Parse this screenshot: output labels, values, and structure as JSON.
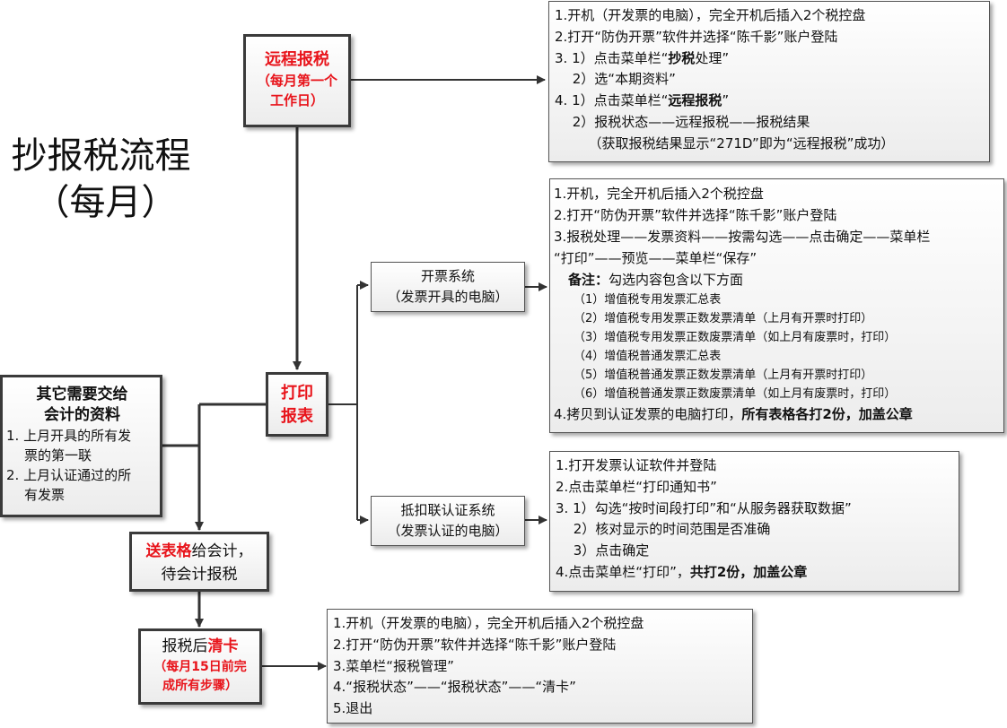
{
  "title": {
    "line1": "抄报税流程",
    "line2": "（每月）"
  },
  "nodes": {
    "remote": {
      "label": "远程报税",
      "sub1": "（每月第一个",
      "sub2": "工作日）"
    },
    "print": {
      "line1": "打印",
      "line2": "报表"
    },
    "other": {
      "title1": "其它需要交给",
      "title2": "会计的资料",
      "item1a": "1. 上月开具的所有发",
      "item1b": "票的第一联",
      "item2a": "2. 上月认证通过的所",
      "item2b": "有发票"
    },
    "send": {
      "red": "送表格",
      "rest1": "给会计，",
      "line2": "待会计报税"
    },
    "clear": {
      "prefix": "报税后",
      "red": "清卡",
      "sub1": "（每月15日前完",
      "sub2": "成所有步骤）"
    },
    "invoice_sys": {
      "line1": "开票系统",
      "line2": "（发票开具的电脑）"
    },
    "verify_sys": {
      "line1": "抵扣联认证系统",
      "line2": "（发票认证的电脑）"
    }
  },
  "notes": {
    "remote": [
      "1.开机（开发票的电脑），完全开机后插入2个税控盘",
      "2.打开“防伪开票”软件并选择“陈千影”账户登陆",
      {
        "pre": "3. 1）点击菜单栏“",
        "bold": "抄税",
        "post": "处理”"
      },
      "　 2）选“本期资料”",
      {
        "pre": "4. 1）点击菜单栏“",
        "bold": "远程报税",
        "post": "”"
      },
      "　 2）报税状态——远程报税——报税结果",
      "　　　（获取报税结果显示“271D”即为“远程报税”成功）"
    ],
    "invoice": {
      "l1": "1.开机，完全开机后插入2个税控盘",
      "l2": "2.打开“防伪开票”软件并选择“陈千影”账户登陆",
      "l3": "3.报税处理——发票资料——按需勾选——点击确定——菜单栏",
      "l4": "“打印”——预览——菜单栏“保存”",
      "remark_label": "备注：",
      "remark_text": "勾选内容包含以下方面",
      "items": [
        "（1）增值税专用发票汇总表",
        "（2）增值税专用发票正数发票清单（上月有开票时打印）",
        "（3）增值税专用发票正数废票清单（如上月有废票时，打印）",
        "（4）增值税普通发票汇总表",
        "（5）增值税普通发票正数发票清单（上月有开票时打印）",
        "（6）增值税普通发票正数废票清单（如上月有废票时，打印）"
      ],
      "l5_pre": "4.拷贝到认证发票的电脑打印，",
      "l5_bold": "所有表格各打2份，加盖公章"
    },
    "verify": {
      "l1": "1.打开发票认证软件并登陆",
      "l2": "2.点击菜单栏“打印通知书”",
      "l3": "3. 1）勾选“按时间段打印”和“从服务器获取数据”",
      "l4": "　 2）核对显示的时间范围是否准确",
      "l5": "　 3）点击确定",
      "l6_pre": "4.点击菜单栏“打印”，",
      "l6_bold": "共打2份，加盖公章"
    },
    "clear": [
      "1.开机（开发票的电脑），完全开机后插入2个税控盘",
      "2.打开“防伪开票”软件并选择“陈千影”账户登陆",
      "3.菜单栏“报税管理”",
      "4.“报税状态”——“报税状态”——“清卡”",
      "5.退出"
    ]
  },
  "colors": {
    "accent_red": "#e8141b",
    "border": "#3a3a3a"
  }
}
